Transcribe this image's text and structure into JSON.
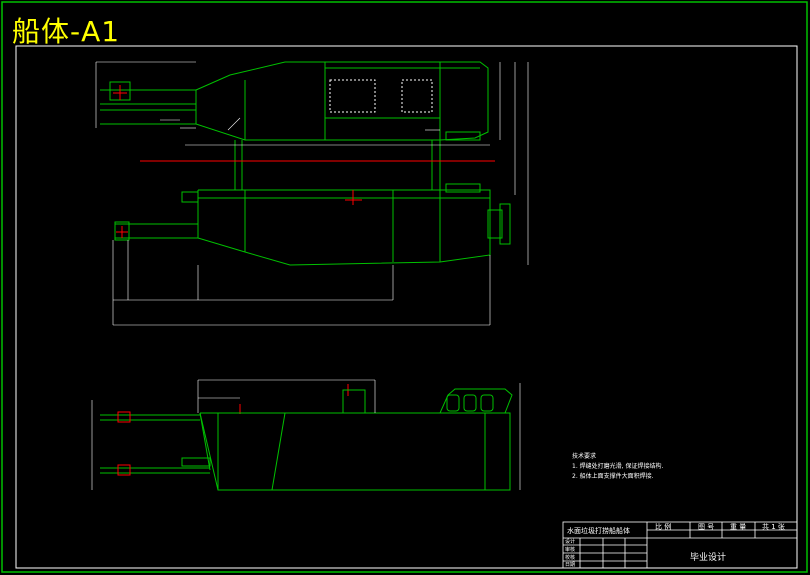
{
  "header": {
    "title": "船体-A1"
  },
  "notes": {
    "heading": "技术要求",
    "items": [
      "1. 焊缝处打磨光滑, 保证焊接结构.",
      "2. 船体上面支撑件大面积焊接."
    ]
  },
  "title_block": {
    "drawing_name": "水面垃圾打捞船船体",
    "col1": "比 例",
    "col2": "图 号",
    "col3": "重 量",
    "col4": "共 1 张",
    "rows": [
      "设计",
      "审核",
      "校核",
      "日期"
    ],
    "project": "毕业设计"
  },
  "colors": {
    "background": "#000000",
    "outline": "#00c000",
    "dimension": "#ffffff",
    "centerline": "#ff0000",
    "title": "#ffff00"
  }
}
